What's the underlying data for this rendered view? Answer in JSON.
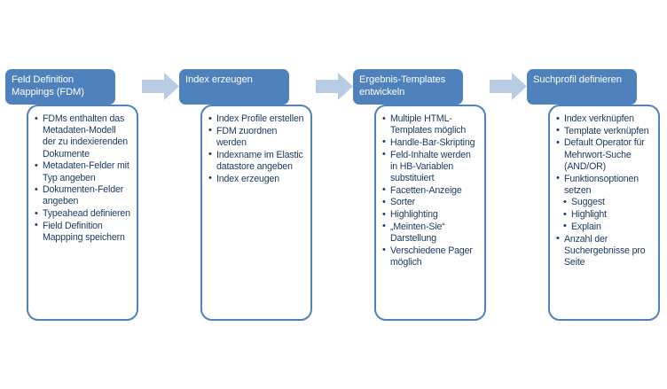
{
  "colors": {
    "header_fill": "#4f81bd",
    "header_text": "#ffffff",
    "body_border": "#4f81bd",
    "body_fill": "#ffffff",
    "bullet_text": "#17375e",
    "arrow_fill": "#b8cce4",
    "page_background": "#ffffff"
  },
  "diagram": {
    "type": "process-flow",
    "orientation": "left-to-right",
    "stage_count": 4,
    "arrow_count": 3,
    "stages": [
      {
        "id": "stage-field-definition-mappings",
        "title": "Feld Definition Mappings (FDM)",
        "bullets": [
          {
            "level": 1,
            "text": "FDMs enthalten das Metadaten-Modell der zu indexierenden Dokumente"
          },
          {
            "level": 1,
            "text": "Metadaten-Felder mit Typ angeben"
          },
          {
            "level": 1,
            "text": "Dokumenten-Felder angeben"
          },
          {
            "level": 1,
            "text": "Typeahead definieren"
          },
          {
            "level": 1,
            "text": "Field Definition Mappping speichern"
          }
        ]
      },
      {
        "id": "stage-index-erzeugen",
        "title": "Index erzeugen",
        "bullets": [
          {
            "level": 1,
            "text": "Index Profile erstellen"
          },
          {
            "level": 1,
            "text": "FDM zuordnen werden"
          },
          {
            "level": 1,
            "text": "Indexname im Elastic datastore angeben"
          },
          {
            "level": 1,
            "text": "Index erzeugen"
          }
        ]
      },
      {
        "id": "stage-ergebnis-templates-entwickeln",
        "title": "Ergebnis-Templates entwickeln",
        "bullets": [
          {
            "level": 1,
            "text": "Multiple HTML-Templates möglich"
          },
          {
            "level": 1,
            "text": "Handle-Bar-Skripting"
          },
          {
            "level": 1,
            "text": "Feld-Inhalte werden in HB-Variablen substituiert"
          },
          {
            "level": 1,
            "text": "Facetten-Anzeige"
          },
          {
            "level": 1,
            "text": "Sorter"
          },
          {
            "level": 1,
            "text": "Highlighting"
          },
          {
            "level": 1,
            "text": "„Meinten-Sie“ Darstellung"
          },
          {
            "level": 1,
            "text": "Verschiedene Pager möglich"
          }
        ]
      },
      {
        "id": "stage-suchprofil-definieren",
        "title": "Suchprofil definieren",
        "bullets": [
          {
            "level": 1,
            "text": "Index verknüpfen"
          },
          {
            "level": 1,
            "text": "Template verknüpfen"
          },
          {
            "level": 1,
            "text": "Default Operator für Mehrwort-Suche (AND/OR)"
          },
          {
            "level": 1,
            "text": "Funktionsoptionen setzen"
          },
          {
            "level": 2,
            "text": "Suggest"
          },
          {
            "level": 2,
            "text": "Highlight"
          },
          {
            "level": 2,
            "text": "Explain"
          },
          {
            "level": 1,
            "text": "Anzahl der Suchergebnisse pro Seite"
          }
        ]
      }
    ]
  }
}
